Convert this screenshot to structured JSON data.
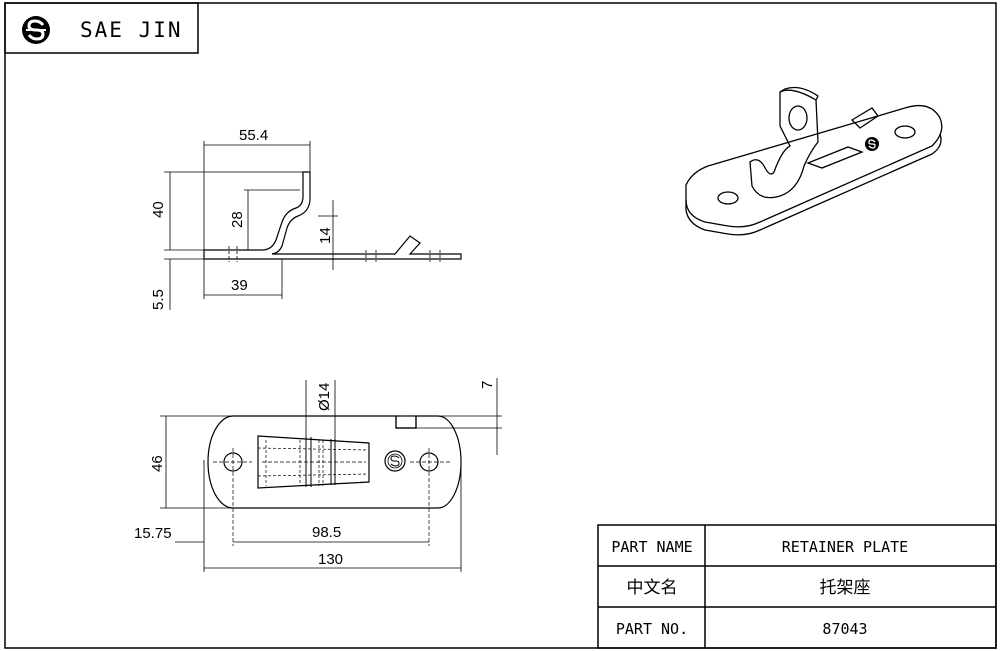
{
  "header": {
    "brand_name": "SAE JIN",
    "logo_icon": "sae-jin-logo-icon"
  },
  "side_view": {
    "dimensions": {
      "overall_length": "55.4",
      "height": "40",
      "bend_height": "28",
      "step_height": "14",
      "thickness": "5.5",
      "base_length": "39"
    }
  },
  "top_view": {
    "dimensions": {
      "width": "46",
      "hole_diameter": "Ø14",
      "tab_offset": "7",
      "edge_offset": "15.75",
      "hole_spacing": "98.5",
      "overall_length": "130"
    }
  },
  "title_block": {
    "rows": [
      {
        "label": "PART NAME",
        "value": "RETAINER PLATE"
      },
      {
        "label": "中文名",
        "value": "托架座"
      },
      {
        "label": "PART NO.",
        "value": "87043"
      }
    ]
  }
}
